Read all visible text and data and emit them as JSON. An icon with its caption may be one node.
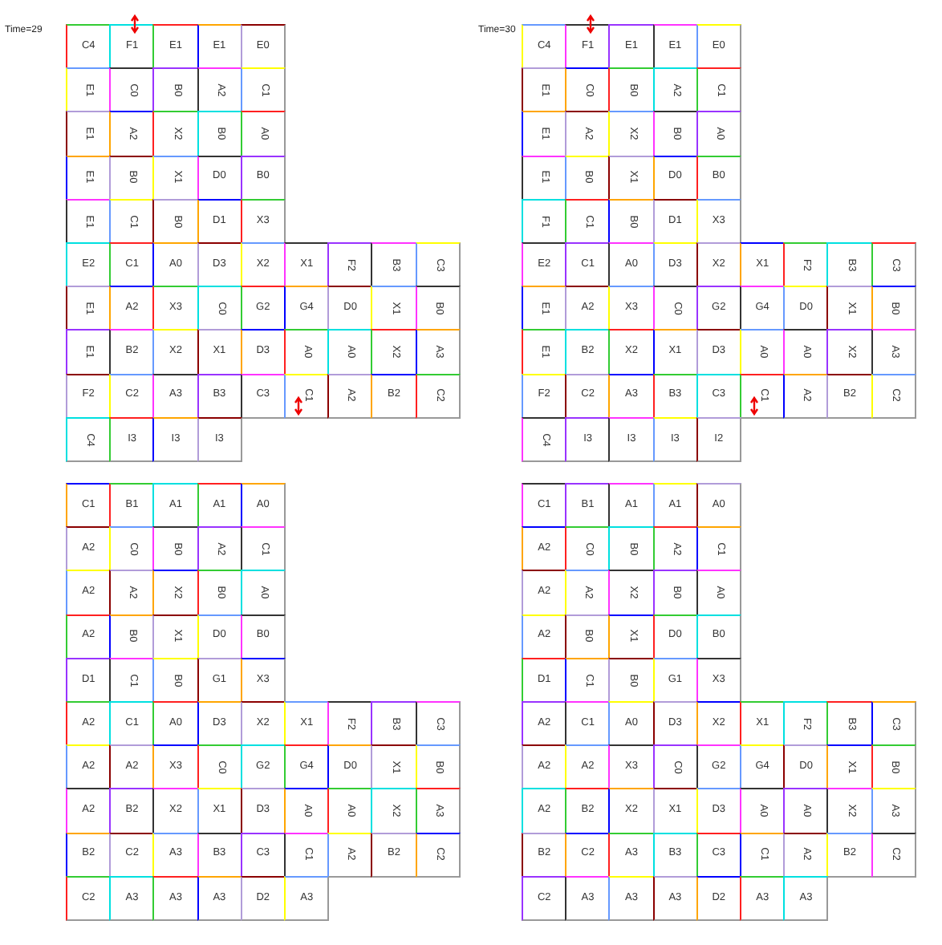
{
  "diagram": {
    "nodes": [
      {
        "text": [
          "C4"
        ]
      },
      {
        "text": [
          "F1"
        ]
      },
      {
        "text": [
          "E1"
        ]
      },
      {
        "text": [
          "E1"
        ]
      },
      {
        "text": [
          "E0"
        ]
      },
      {
        "text": [
          "E1"
        ]
      },
      {
        "text": [
          "C0"
        ]
      },
      {
        "text": [
          "B0"
        ]
      },
      {
        "text": [
          "A2"
        ]
      },
      {
        "text": [
          "C1"
        ]
      },
      {
        "text": [
          "E1"
        ]
      },
      {
        "text": [
          "A2"
        ]
      },
      {
        "text": [
          "X2"
        ]
      },
      {
        "text": [
          "B0"
        ]
      },
      {
        "text": [
          "A0"
        ]
      },
      {
        "text": [
          "E1"
        ]
      },
      {
        "text": [
          "B0"
        ]
      },
      {
        "text": [
          "X1"
        ]
      },
      {
        "text": [
          "D0"
        ]
      },
      {
        "text": [
          "B0"
        ]
      },
      {
        "text": [
          "E1"
        ]
      },
      {
        "text": [
          "C1"
        ]
      },
      {
        "text": [
          "B0"
        ]
      },
      {
        "text": [
          "D1"
        ]
      },
      {
        "text": [
          "X3"
        ]
      },
      {
        "text": [
          "E2"
        ]
      },
      {
        "text": [
          "C1"
        ]
      },
      {
        "text": [
          "A0"
        ]
      },
      {
        "text": [
          "D3"
        ]
      },
      {
        "text": [
          "X2"
        ]
      },
      {
        "text": [
          "X1"
        ]
      },
      {
        "text": [
          "F2"
        ]
      },
      {
        "text": [
          "B3"
        ]
      },
      {
        "text": [
          "C3"
        ]
      },
      {
        "text": [
          "E1"
        ]
      },
      {
        "text": [
          "A2"
        ]
      },
      {
        "text": [
          "X3"
        ]
      },
      {
        "text": [
          "C0"
        ]
      },
      {
        "text": [
          "G2"
        ]
      },
      {
        "text": [
          "G4"
        ]
      },
      {
        "text": [
          "D0"
        ]
      },
      {
        "text": [
          "X1"
        ]
      },
      {
        "text": [
          "B0"
        ]
      },
      {
        "text": [
          "E1"
        ]
      },
      {
        "text": [
          "B2"
        ]
      },
      {
        "text": [
          "X2"
        ]
      },
      {
        "text": [
          "X1"
        ]
      },
      {
        "text": [
          "D3"
        ]
      },
      {
        "text": [
          "A0"
        ]
      },
      {
        "text": [
          "A0"
        ]
      },
      {
        "text": [
          "X2"
        ]
      },
      {
        "text": [
          "A3"
        ]
      },
      {
        "text": [
          "F2"
        ]
      },
      {
        "text": [
          "C2"
        ]
      },
      {
        "text": [
          "A3"
        ]
      },
      {
        "text": [
          "B3"
        ]
      },
      {
        "text": [
          "C3"
        ]
      },
      {
        "text": [
          "C1"
        ]
      },
      {
        "text": [
          "A2"
        ]
      },
      {
        "text": [
          "B2"
        ]
      },
      {
        "text": [
          "C2"
        ]
      },
      {
        "text": [
          "C4"
        ]
      },
      {
        "text": [
          "I3"
        ]
      },
      {
        "text": [
          "I3"
        ]
      },
      {
        "text": [
          "I3"
        ]
      },
      {
        "text": [
          "C4"
        ]
      },
      {
        "text": [
          "F1"
        ]
      },
      {
        "text": [
          "E1"
        ]
      },
      {
        "text": [
          "E1"
        ]
      },
      {
        "text": [
          "E0"
        ]
      },
      {
        "text": [
          "E1"
        ]
      },
      {
        "text": [
          "C0"
        ]
      },
      {
        "text": [
          "B0"
        ]
      },
      {
        "text": [
          "A2"
        ]
      },
      {
        "text": [
          "C1"
        ]
      },
      {
        "text": [
          "E1"
        ]
      },
      {
        "text": [
          "A2"
        ]
      },
      {
        "text": [
          "X2"
        ]
      },
      {
        "text": [
          "B0"
        ]
      },
      {
        "text": [
          "A0"
        ]
      },
      {
        "text": [
          "E1"
        ]
      },
      {
        "text": [
          "B0"
        ]
      },
      {
        "text": [
          "X1"
        ]
      },
      {
        "text": [
          "D0"
        ]
      },
      {
        "text": [
          "B0"
        ]
      },
      {
        "text": [
          "F1"
        ]
      },
      {
        "text": [
          "C1"
        ]
      },
      {
        "text": [
          "B0"
        ]
      },
      {
        "text": [
          "D1"
        ]
      },
      {
        "text": [
          "X3"
        ]
      },
      {
        "text": [
          "E2"
        ]
      },
      {
        "text": [
          "C1"
        ]
      },
      {
        "text": [
          "A0"
        ]
      },
      {
        "text": [
          "D3"
        ]
      },
      {
        "text": [
          "X2"
        ]
      },
      {
        "text": [
          "X1"
        ]
      },
      {
        "text": [
          "F2"
        ]
      },
      {
        "text": [
          "B3"
        ]
      },
      {
        "text": [
          "C3"
        ]
      },
      {
        "text": [
          "E1"
        ]
      },
      {
        "text": [
          "A2"
        ]
      },
      {
        "text": [
          "X3"
        ]
      },
      {
        "text": [
          "C0"
        ]
      },
      {
        "text": [
          "G2"
        ]
      },
      {
        "text": [
          "G4"
        ]
      },
      {
        "text": [
          "D0"
        ]
      },
      {
        "text": [
          "X1"
        ]
      },
      {
        "text": [
          "B0"
        ]
      },
      {
        "text": [
          "E1"
        ]
      },
      {
        "text": [
          "B2"
        ]
      },
      {
        "text": [
          "X2"
        ]
      },
      {
        "text": [
          "X1"
        ]
      },
      {
        "text": [
          "D3"
        ]
      },
      {
        "text": [
          "A0"
        ]
      },
      {
        "text": [
          "A0"
        ]
      },
      {
        "text": [
          "X2"
        ]
      },
      {
        "text": [
          "A3"
        ]
      },
      {
        "text": [
          "F2"
        ]
      },
      {
        "text": [
          "C2"
        ]
      },
      {
        "text": [
          "A3"
        ]
      },
      {
        "text": [
          "B3"
        ]
      },
      {
        "text": [
          "C3"
        ]
      },
      {
        "text": [
          "C1"
        ]
      },
      {
        "text": [
          "A2"
        ]
      },
      {
        "text": [
          "B2"
        ]
      },
      {
        "text": [
          "C2"
        ]
      },
      {
        "text": [
          "C4"
        ]
      },
      {
        "text": [
          "I3"
        ]
      },
      {
        "text": [
          "I3"
        ]
      },
      {
        "text": [
          "I3"
        ]
      },
      {
        "text": [
          "I2"
        ]
      },
      {
        "text": [
          "C1"
        ]
      },
      {
        "text": [
          "B1"
        ]
      },
      {
        "text": [
          "A1"
        ]
      },
      {
        "text": [
          "A1"
        ]
      },
      {
        "text": [
          "A0"
        ]
      },
      {
        "text": [
          "A2"
        ]
      },
      {
        "text": [
          "C0"
        ]
      },
      {
        "text": [
          "B0"
        ]
      },
      {
        "text": [
          "A2"
        ]
      },
      {
        "text": [
          "C1"
        ]
      },
      {
        "text": [
          "A2"
        ]
      },
      {
        "text": [
          "A2"
        ]
      },
      {
        "text": [
          "X2"
        ]
      },
      {
        "text": [
          "B0"
        ]
      },
      {
        "text": [
          "A0"
        ]
      },
      {
        "text": [
          "A2"
        ]
      },
      {
        "text": [
          "B0"
        ]
      },
      {
        "text": [
          "X1"
        ]
      },
      {
        "text": [
          "D0"
        ]
      },
      {
        "text": [
          "B0"
        ]
      },
      {
        "text": [
          "D1"
        ]
      },
      {
        "text": [
          "C1"
        ]
      },
      {
        "text": [
          "B0"
        ]
      },
      {
        "text": [
          "G1"
        ]
      },
      {
        "text": [
          "X3"
        ]
      },
      {
        "text": [
          "A2"
        ]
      },
      {
        "text": [
          "C1"
        ]
      },
      {
        "text": [
          "A0"
        ]
      },
      {
        "text": [
          "D3"
        ]
      },
      {
        "text": [
          "X2"
        ]
      },
      {
        "text": [
          "X1"
        ]
      },
      {
        "text": [
          "F2"
        ]
      },
      {
        "text": [
          "B3"
        ]
      },
      {
        "text": [
          "C3"
        ]
      },
      {
        "text": [
          "A2"
        ]
      },
      {
        "text": [
          "A2"
        ]
      },
      {
        "text": [
          "X3"
        ]
      },
      {
        "text": [
          "C0"
        ]
      },
      {
        "text": [
          "G2"
        ]
      },
      {
        "text": [
          "G4"
        ]
      },
      {
        "text": [
          "D0"
        ]
      },
      {
        "text": [
          "X1"
        ]
      },
      {
        "text": [
          "B0"
        ]
      },
      {
        "text": [
          "A2"
        ]
      },
      {
        "text": [
          "B2"
        ]
      },
      {
        "text": [
          "X2"
        ]
      },
      {
        "text": [
          "X1"
        ]
      },
      {
        "text": [
          "D3"
        ]
      },
      {
        "text": [
          "A0"
        ]
      },
      {
        "text": [
          "A0"
        ]
      },
      {
        "text": [
          "X2"
        ]
      },
      {
        "text": [
          "A3"
        ]
      },
      {
        "text": [
          "B2"
        ]
      },
      {
        "text": [
          "C2"
        ]
      },
      {
        "text": [
          "A3"
        ]
      },
      {
        "text": [
          "B3"
        ]
      },
      {
        "text": [
          "C3"
        ]
      },
      {
        "text": [
          "C1"
        ]
      },
      {
        "text": [
          "A2"
        ]
      },
      {
        "text": [
          "B2"
        ]
      },
      {
        "text": [
          "C2"
        ]
      },
      {
        "text": [
          "C2"
        ]
      },
      {
        "text": [
          "A3"
        ]
      },
      {
        "text": [
          "A3"
        ]
      },
      {
        "text": [
          "A3"
        ]
      },
      {
        "text": [
          "D2"
        ]
      },
      {
        "text": [
          "A3"
        ]
      },
      {
        "text": [
          "C1"
        ]
      },
      {
        "text": [
          "B1"
        ]
      },
      {
        "text": [
          "A1"
        ]
      },
      {
        "text": [
          "A1"
        ]
      },
      {
        "text": [
          "A0"
        ]
      },
      {
        "text": [
          "A2"
        ]
      },
      {
        "text": [
          "C0"
        ]
      },
      {
        "text": [
          "B0"
        ]
      },
      {
        "text": [
          "A2"
        ]
      },
      {
        "text": [
          "C1"
        ]
      },
      {
        "text": [
          "A2"
        ]
      },
      {
        "text": [
          "A2"
        ]
      },
      {
        "text": [
          "X2"
        ]
      },
      {
        "text": [
          "B0"
        ]
      },
      {
        "text": [
          "A0"
        ]
      },
      {
        "text": [
          "A2"
        ]
      },
      {
        "text": [
          "B0"
        ]
      },
      {
        "text": [
          "X1"
        ]
      },
      {
        "text": [
          "D0"
        ]
      },
      {
        "text": [
          "B0"
        ]
      },
      {
        "text": [
          "D1"
        ]
      },
      {
        "text": [
          "C1"
        ]
      },
      {
        "text": [
          "B0"
        ]
      },
      {
        "text": [
          "G1"
        ]
      },
      {
        "text": [
          "X3"
        ]
      },
      {
        "text": [
          "A2"
        ]
      },
      {
        "text": [
          "C1"
        ]
      },
      {
        "text": [
          "A0"
        ]
      },
      {
        "text": [
          "D3"
        ]
      },
      {
        "text": [
          "X2"
        ]
      },
      {
        "text": [
          "X1"
        ]
      },
      {
        "text": [
          "F2"
        ]
      },
      {
        "text": [
          "B3"
        ]
      },
      {
        "text": [
          "C3"
        ]
      },
      {
        "text": [
          "A2"
        ]
      },
      {
        "text": [
          "A2"
        ]
      },
      {
        "text": [
          "X3"
        ]
      },
      {
        "text": [
          "C0"
        ]
      },
      {
        "text": [
          "G2"
        ]
      },
      {
        "text": [
          "G4"
        ]
      },
      {
        "text": [
          "D0"
        ]
      },
      {
        "text": [
          "X1"
        ]
      },
      {
        "text": [
          "B0"
        ]
      },
      {
        "text": [
          "A2"
        ]
      },
      {
        "text": [
          "B2"
        ]
      },
      {
        "text": [
          "X2"
        ]
      },
      {
        "text": [
          "X1"
        ]
      },
      {
        "text": [
          "D3"
        ]
      },
      {
        "text": [
          "A0"
        ]
      },
      {
        "text": [
          "A0"
        ]
      },
      {
        "text": [
          "X2"
        ]
      },
      {
        "text": [
          "A3"
        ]
      },
      {
        "text": [
          "B2"
        ]
      },
      {
        "text": [
          "C2"
        ]
      },
      {
        "text": [
          "A3"
        ]
      },
      {
        "text": [
          "B3"
        ]
      },
      {
        "text": [
          "C3"
        ]
      },
      {
        "text": [
          "C1"
        ]
      },
      {
        "text": [
          "A2"
        ]
      },
      {
        "text": [
          "B2"
        ]
      },
      {
        "text": [
          "C2"
        ]
      },
      {
        "text": [
          "C2"
        ]
      },
      {
        "text": [
          "A3"
        ]
      },
      {
        "text": [
          "A3"
        ]
      },
      {
        "text": [
          "A3"
        ]
      },
      {
        "text": [
          "D2"
        ]
      },
      {
        "text": [
          "A3"
        ]
      },
      {
        "text": [
          "A3"
        ]
      }
    ],
    "labels": [
      "Time=29",
      "Time=30"
    ]
  }
}
